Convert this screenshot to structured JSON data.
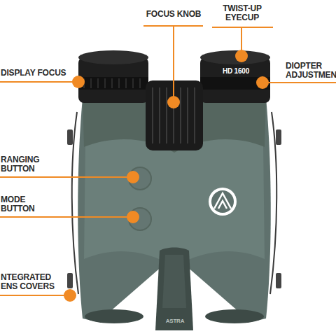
{
  "diagram": {
    "labels": [
      "FOCUS KNOB",
      "TWIST-UP EYECUP",
      "DISPLAY FOCUS",
      "DIOPTER ADJUSTMEN",
      "HD 1600",
      "RANGING BUTTON",
      "MODE BUTTON",
      "NTEGRATED ENS COVERS",
      "ASTRA"
    ]
  }
}
